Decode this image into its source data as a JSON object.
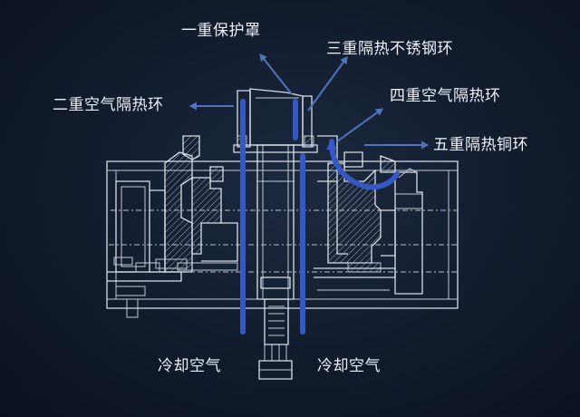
{
  "labels": {
    "cover_1": "一重保护罩",
    "ring_2": "二重空气隔热环",
    "ring_3": "三重隔热不锈钢环",
    "ring_4": "四重空气隔热环",
    "ring_5": "五重隔热铜环",
    "cooling_air_left": "冷却空气",
    "cooling_air_right": "冷却空气"
  },
  "colors": {
    "background": "#111b2c",
    "line_art": "#d9dee8",
    "leader_arrow": "#4f74bd",
    "cooling_flow": "#3558c4",
    "text": "#eef2f8"
  }
}
